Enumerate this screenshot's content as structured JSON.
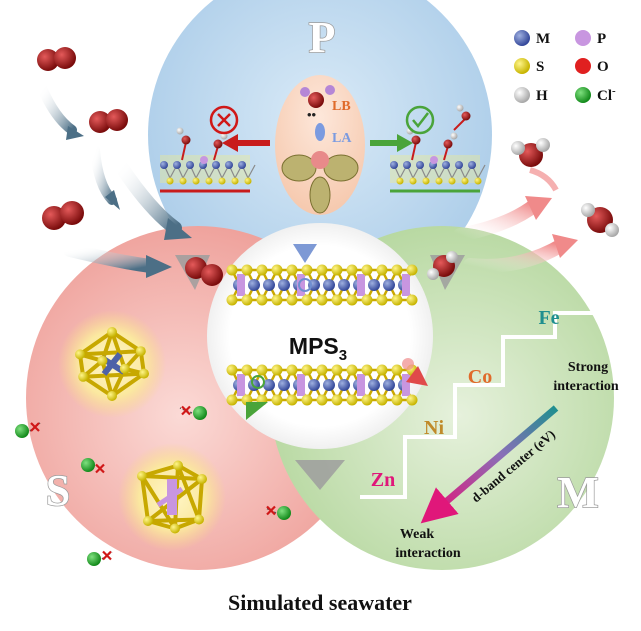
{
  "regions": {
    "p_label": "P",
    "s_label": "S",
    "m_label": "M",
    "center_label_main": "MPS",
    "center_label_sub": "3"
  },
  "p_panel": {
    "lb_label": "LB",
    "la_label": "LA",
    "lone_pair": "••"
  },
  "legend": {
    "items": [
      {
        "symbol": "M",
        "color": "#5a72b8"
      },
      {
        "symbol": "P",
        "color": "#c896e0"
      },
      {
        "symbol": "S",
        "color": "#f2e21a"
      },
      {
        "symbol": "O",
        "color": "#e02020"
      },
      {
        "symbol": "H",
        "color": "#dcdcdc"
      },
      {
        "symbol": "Cl",
        "superscript": "-",
        "color": "#28a832"
      }
    ]
  },
  "m_panel": {
    "metals": [
      {
        "name": "Fe",
        "color": "#1f8f8f"
      },
      {
        "name": "Co",
        "color": "#e06a2a"
      },
      {
        "name": "Ni",
        "color": "#c08a2a"
      },
      {
        "name": "Zn",
        "color": "#e0177a"
      }
    ],
    "strong_line1": "Strong",
    "strong_line2": "interaction",
    "weak_line1": "Weak",
    "weak_line2": "interaction",
    "dband_label": "d-band center (eV)"
  },
  "footer": {
    "title": "Simulated seawater"
  },
  "colors": {
    "p_region": "#bcd8ee",
    "s_region": "#f3b8b4",
    "m_region": "#cfe5bd",
    "center": "#ffffff",
    "metal_atom": "#5a72b8",
    "p_atom": "#c896e0",
    "s_atom": "#f2e21a",
    "o_atom": "#a81c1c",
    "cl_atom": "#28a832",
    "cross": "#d01818",
    "check": "#4aa43a"
  }
}
